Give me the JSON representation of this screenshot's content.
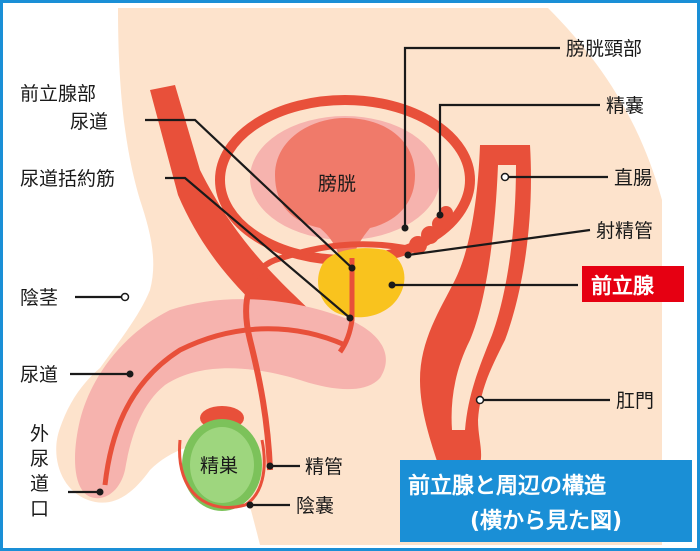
{
  "colors": {
    "frame": "#1a8fd6",
    "skin": "#fde3cc",
    "organ_red": "#e8503a",
    "organ_pink": "#f6b3ae",
    "bladder": "#f07a6a",
    "prostate": "#f9c31e",
    "testis": "#7cc25a",
    "highlight": "#e60012"
  },
  "labels": {
    "bladder_neck": "膀胱頸部",
    "seminal_vesicle": "精嚢",
    "rectum": "直腸",
    "ejaculatory_duct": "射精管",
    "prostate": "前立腺",
    "anus": "肛門",
    "prostatic_urethra_1": "前立腺部",
    "prostatic_urethra_2": "尿道",
    "urethral_sphincter": "尿道括約筋",
    "penis": "陰茎",
    "urethra": "尿道",
    "meatus": [
      "外",
      "尿",
      "道",
      "口"
    ],
    "vas_deferens": "精管",
    "scrotum": "陰嚢",
    "bladder": "膀胱",
    "testis": "精巣"
  },
  "title": {
    "line1": "前立腺と周辺の構造",
    "line2": "(横から見た図)"
  }
}
